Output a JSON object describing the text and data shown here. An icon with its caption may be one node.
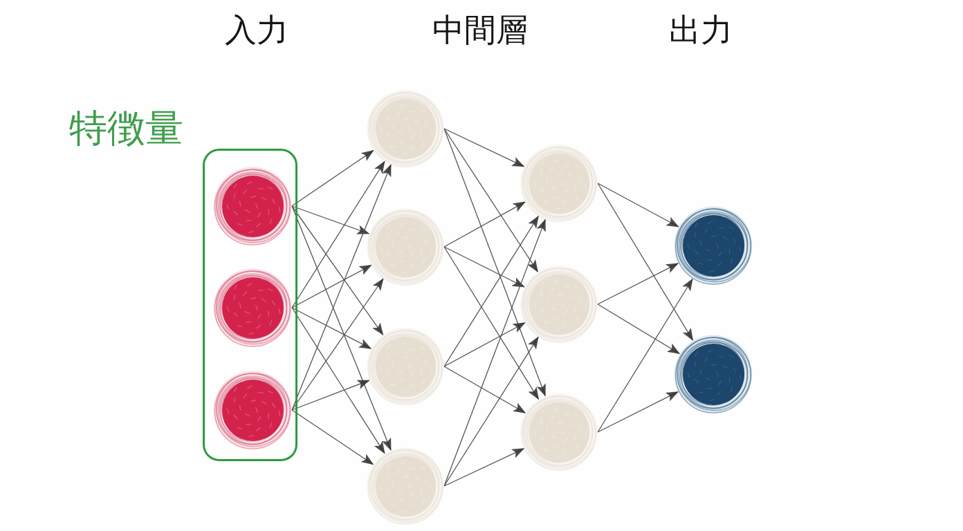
{
  "diagram": {
    "nodes": [
      {
        "text": [
          "特徴量"
        ]
      },
      {
        "text": [],
        "shape": "circle",
        "in": 0
      },
      {
        "text": [],
        "shape": "circle",
        "in": 0
      },
      {
        "text": [],
        "shape": "circle",
        "in": 0
      },
      {
        "text": [],
        "shape": "circle"
      },
      {
        "text": [],
        "shape": "circle"
      },
      {
        "text": [],
        "shape": "circle"
      },
      {
        "text": [],
        "shape": "circle"
      },
      {
        "text": [],
        "shape": "circle"
      },
      {
        "text": [],
        "shape": "circle"
      },
      {
        "text": [],
        "shape": "circle"
      },
      {
        "text": [],
        "shape": "circle"
      },
      {
        "text": [],
        "shape": "circle"
      }
    ],
    "edges": [
      {
        "from": 1,
        "to": 4,
        "arrow": "to"
      },
      {
        "from": 1,
        "to": 5,
        "arrow": "to"
      },
      {
        "from": 1,
        "to": 6,
        "arrow": "to"
      },
      {
        "from": 1,
        "to": 7,
        "arrow": "to"
      },
      {
        "from": 2,
        "to": 4,
        "arrow": "to"
      },
      {
        "from": 2,
        "to": 5,
        "arrow": "to"
      },
      {
        "from": 2,
        "to": 6,
        "arrow": "to"
      },
      {
        "from": 2,
        "to": 7,
        "arrow": "to"
      },
      {
        "from": 3,
        "to": 4,
        "arrow": "to"
      },
      {
        "from": 3,
        "to": 5,
        "arrow": "to"
      },
      {
        "from": 3,
        "to": 6,
        "arrow": "to"
      },
      {
        "from": 3,
        "to": 7,
        "arrow": "to"
      },
      {
        "from": 4,
        "to": 8,
        "arrow": "to"
      },
      {
        "from": 4,
        "to": 9,
        "arrow": "to"
      },
      {
        "from": 4,
        "to": 10,
        "arrow": "to"
      },
      {
        "from": 5,
        "to": 8,
        "arrow": "to"
      },
      {
        "from": 5,
        "to": 9,
        "arrow": "to"
      },
      {
        "from": 5,
        "to": 10,
        "arrow": "to"
      },
      {
        "from": 6,
        "to": 8,
        "arrow": "to"
      },
      {
        "from": 6,
        "to": 9,
        "arrow": "to"
      },
      {
        "from": 6,
        "to": 10,
        "arrow": "to"
      },
      {
        "from": 7,
        "to": 8,
        "arrow": "to"
      },
      {
        "from": 7,
        "to": 9,
        "arrow": "to"
      },
      {
        "from": 7,
        "to": 10,
        "arrow": "to"
      },
      {
        "from": 8,
        "to": 11,
        "arrow": "to"
      },
      {
        "from": 8,
        "to": 12,
        "arrow": "to"
      },
      {
        "from": 9,
        "to": 11,
        "arrow": "to"
      },
      {
        "from": 9,
        "to": 12,
        "arrow": "to"
      },
      {
        "from": 10,
        "to": 11,
        "arrow": "to"
      },
      {
        "from": 10,
        "to": 12,
        "arrow": "to"
      }
    ],
    "labels": [
      "入力",
      "中間層",
      "出力"
    ]
  }
}
